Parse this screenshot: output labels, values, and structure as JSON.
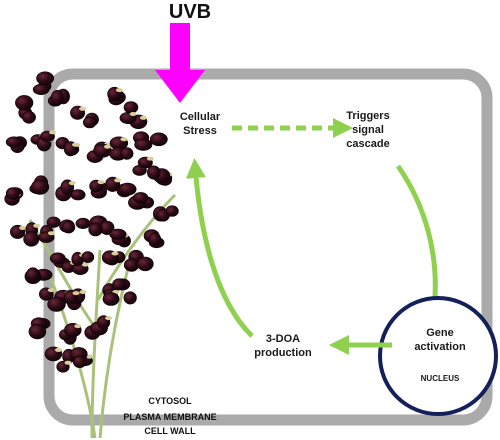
{
  "labels": {
    "uvb": "UVB",
    "cellular_stress": "Cellular\nStress",
    "signal_cascade": "Triggers\nsignal\ncascade",
    "gene_activation": "Gene\nactivation",
    "nucleus": "NUCLEUS",
    "doa_production": "3-DOA\nproduction",
    "cytosol": "CYTOSOL",
    "plasma_membrane": "PLASMA MEMBRANE",
    "cell_wall": "CELL WALL"
  },
  "colors": {
    "uvb_arrow": "#ff00ff",
    "flow_arrow": "#8fd14f",
    "cell_wall": "#aaaaaa",
    "nucleus_ring": "#14205a",
    "grain": "#2a0a14"
  }
}
